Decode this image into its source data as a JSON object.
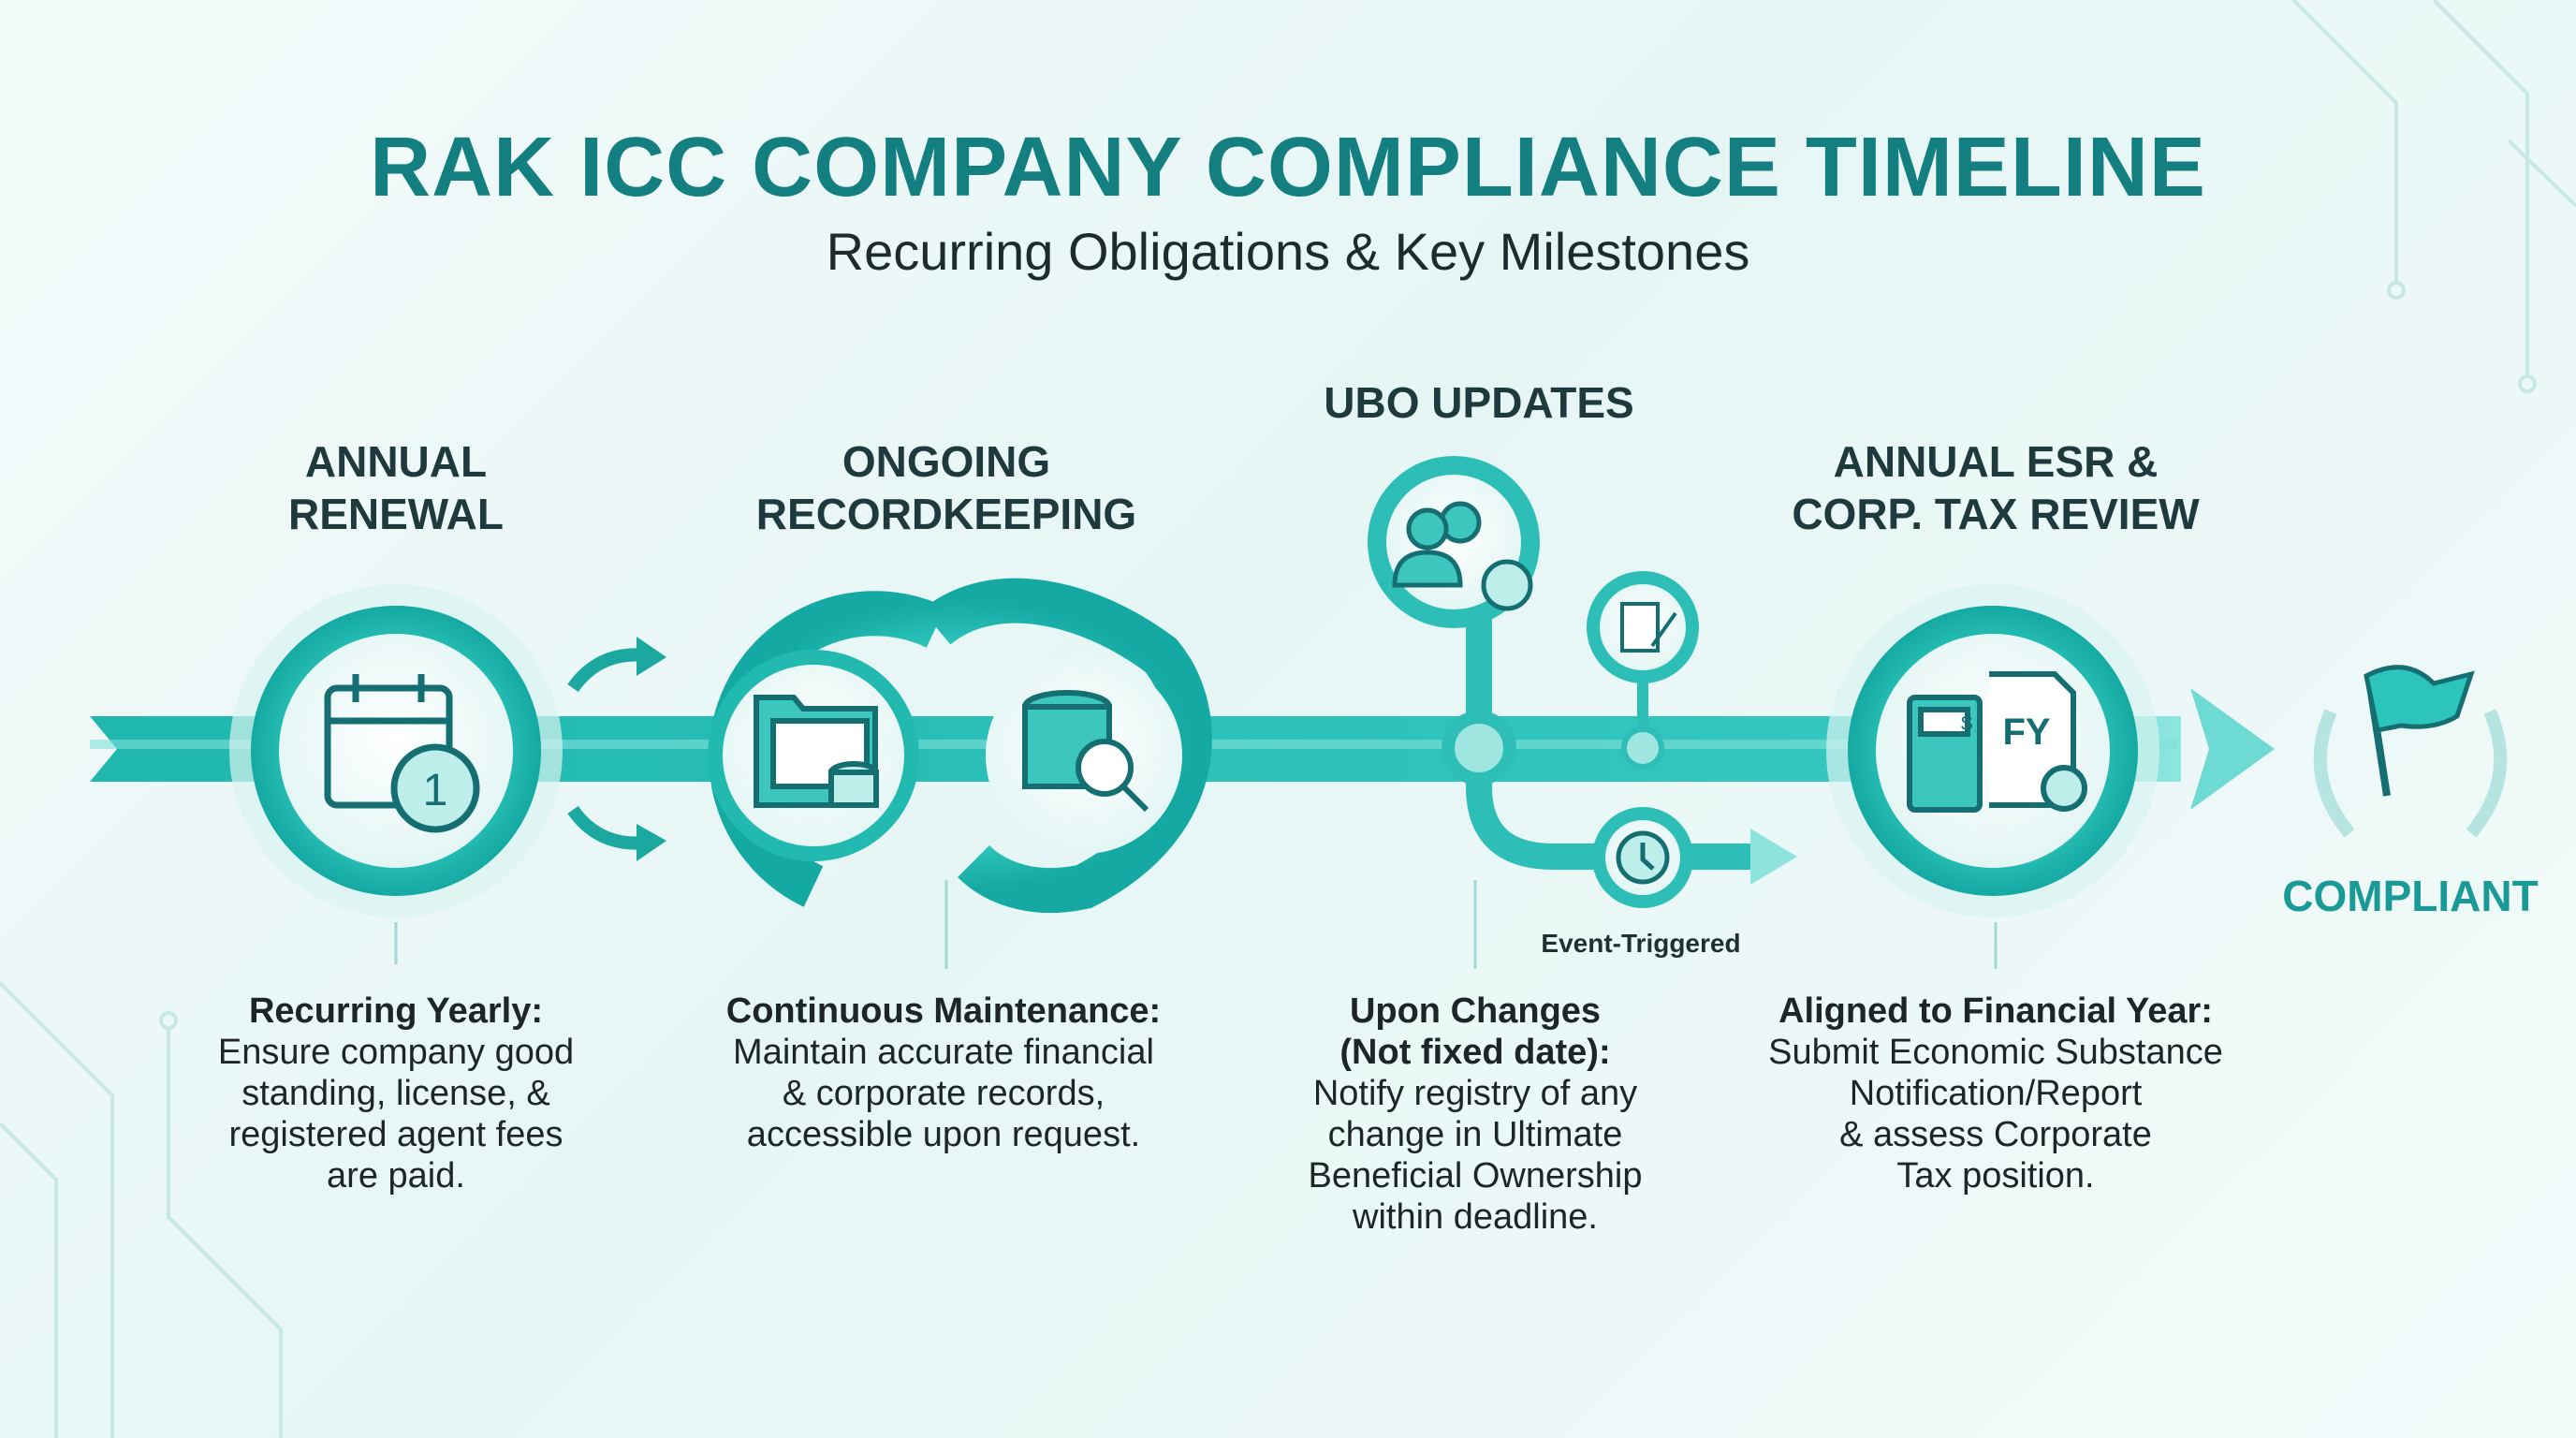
{
  "header": {
    "title": "RAK ICC COMPANY COMPLIANCE TIMELINE",
    "subtitle": "Recurring Obligations & Key Milestones"
  },
  "colors": {
    "accent": "#20b8b0",
    "dark_teal": "#137f80",
    "text": "#1d2528"
  },
  "stages": [
    {
      "title_lines": [
        "ANNUAL",
        "RENEWAL"
      ],
      "icon": "calendar-renewal-icon",
      "desc_heading": "Recurring Yearly:",
      "desc_lines": [
        "Ensure company good",
        "standing, license, &",
        "registered agent fees",
        "are paid."
      ]
    },
    {
      "title_lines": [
        "ONGOING",
        "RECORDKEEPING"
      ],
      "icon": "folder-database-icon",
      "desc_heading": "Continuous Maintenance:",
      "desc_lines": [
        "Maintain accurate financial",
        "& corporate records,",
        "accessible upon request."
      ]
    },
    {
      "title_lines": [
        "UBO UPDATES"
      ],
      "icon": "users-sync-icon",
      "desc_heading_lines": [
        "Upon Changes",
        "(Not fixed date):"
      ],
      "desc_lines": [
        "Notify registry of any",
        "change in Ultimate",
        "Beneficial Ownership",
        "within deadline."
      ],
      "branch_label": "Event-Triggered"
    },
    {
      "title_lines": [
        "ANNUAL ESR &",
        "CORP. TAX REVIEW"
      ],
      "icon": "calculator-fy-icon",
      "desc_heading": "Aligned to Financial Year:",
      "desc_lines": [
        "Submit Economic Substance",
        "Notification/Report",
        "& assess Corporate",
        "Tax position."
      ]
    }
  ],
  "end": {
    "label": "COMPLIANT",
    "icon": "flag-laurel-icon"
  },
  "icon_text": {
    "fy": "FY",
    "dollar": "$",
    "one": "1"
  }
}
